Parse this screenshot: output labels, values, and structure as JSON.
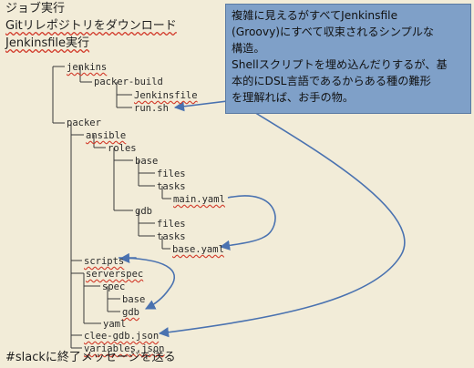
{
  "header": {
    "line1": "ジョブ実行",
    "line2": "Gitリレポジトリをダウンロード",
    "line3": "Jenkinsfile実行"
  },
  "tree": [
    {
      "id": "jenkins",
      "label": "jenkins",
      "underline": true
    },
    {
      "id": "packer-build",
      "label": "packer-build",
      "underline": false
    },
    {
      "id": "jenkinsfile",
      "label": "Jenkinsfile",
      "underline": true
    },
    {
      "id": "run-sh",
      "label": "run.sh",
      "underline": false
    },
    {
      "id": "packer",
      "label": "packer",
      "underline": false
    },
    {
      "id": "ansible",
      "label": "ansible",
      "underline": true
    },
    {
      "id": "roles",
      "label": "roles",
      "underline": false
    },
    {
      "id": "base",
      "label": "base",
      "underline": false
    },
    {
      "id": "files-1",
      "label": "files",
      "underline": false
    },
    {
      "id": "tasks-1",
      "label": "tasks",
      "underline": false
    },
    {
      "id": "main-yaml",
      "label": "main.yaml",
      "underline": true
    },
    {
      "id": "gdb",
      "label": "gdb",
      "underline": false
    },
    {
      "id": "files-2",
      "label": "files",
      "underline": false
    },
    {
      "id": "tasks-2",
      "label": "tasks",
      "underline": false
    },
    {
      "id": "base-yaml",
      "label": "base.yaml",
      "underline": true
    },
    {
      "id": "scripts",
      "label": "scripts",
      "underline": true
    },
    {
      "id": "serverspec",
      "label": "serverspec",
      "underline": true
    },
    {
      "id": "spec",
      "label": "spec",
      "underline": false
    },
    {
      "id": "spec-base",
      "label": "base",
      "underline": false
    },
    {
      "id": "spec-gdb",
      "label": "gdb",
      "underline": true
    },
    {
      "id": "yaml",
      "label": "yaml",
      "underline": false
    },
    {
      "id": "clee-gdb-json",
      "label": "clee-gdb.json",
      "underline": true
    },
    {
      "id": "variables-json",
      "label": "variables.json",
      "underline": true
    }
  ],
  "footer": "#slackに終了メッセージを送る",
  "note": {
    "lines": [
      "複雑に見えるがすべてJenkinsfile",
      "(Groovy)にすべて収束されるシンプルな",
      "構造。",
      "Shellスクリプトを埋め込んだりするが、基",
      "本的にDSL言語であるからある種の難形",
      "を理解れば、お手の物。"
    ]
  },
  "colors": {
    "background": "#f2ecd8",
    "note_fill": "#7fa0c8",
    "arrow": "#4a72b0",
    "underline": "#d23a2a"
  }
}
